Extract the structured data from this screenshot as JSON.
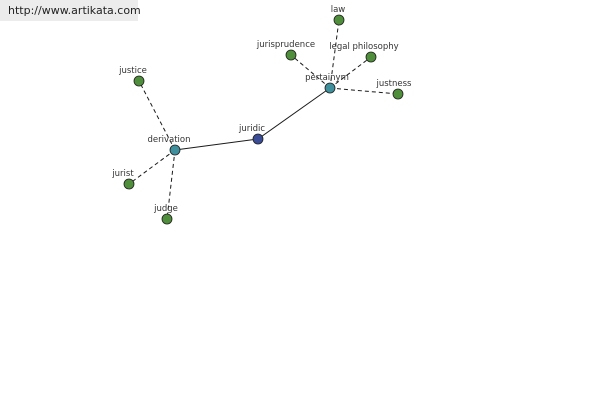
{
  "banner": {
    "url_text": "http://www.artikata.com"
  },
  "colors": {
    "center_node": "#3b4c96",
    "relation_node": "#3f8f9c",
    "term_node": "#4f8e3a",
    "edge": "#1a1a1a",
    "label": "#333333"
  },
  "graph": {
    "center": {
      "label": "juridic"
    },
    "relations": [
      {
        "label": "derivation",
        "terms": [
          "justice",
          "jurist",
          "judge"
        ]
      },
      {
        "label": "pertainym",
        "terms": [
          "law",
          "jurisprudence",
          "legal philosophy",
          "justness"
        ]
      }
    ]
  }
}
